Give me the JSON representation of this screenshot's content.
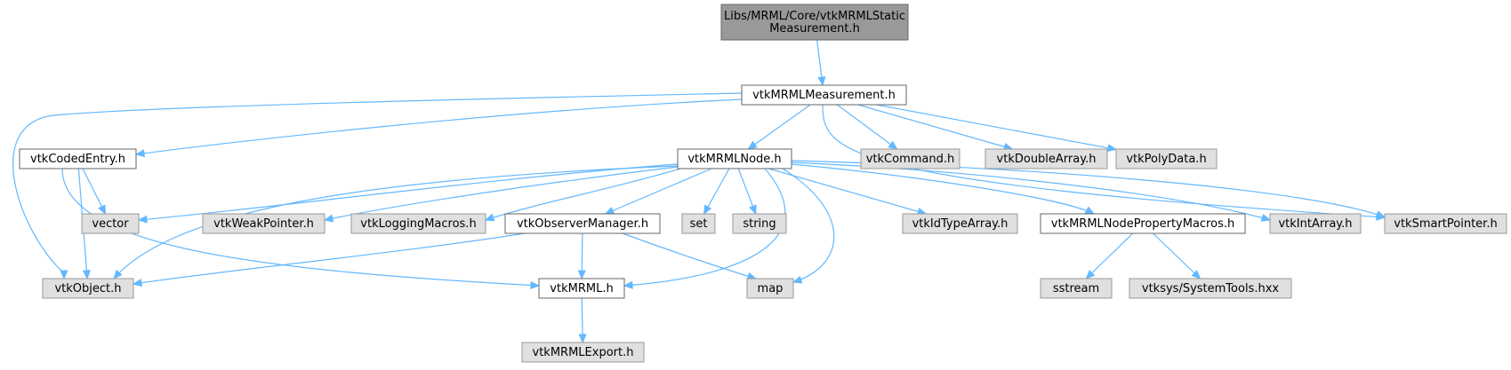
{
  "graph": {
    "nodes": [
      {
        "id": "root",
        "lines": [
          "Libs/MRML/Core/vtkMRMLStatic",
          "Measurement.h"
        ],
        "style": "root",
        "interactable": false
      },
      {
        "id": "meas",
        "lines": [
          "vtkMRMLMeasurement.h"
        ],
        "style": "doc",
        "interactable": true
      },
      {
        "id": "coded",
        "lines": [
          "vtkCodedEntry.h"
        ],
        "style": "doc",
        "interactable": true
      },
      {
        "id": "node",
        "lines": [
          "vtkMRMLNode.h"
        ],
        "style": "doc",
        "interactable": true
      },
      {
        "id": "command",
        "lines": [
          "vtkCommand.h"
        ],
        "style": "ext",
        "interactable": false
      },
      {
        "id": "dblarr",
        "lines": [
          "vtkDoubleArray.h"
        ],
        "style": "ext",
        "interactable": false
      },
      {
        "id": "polydata",
        "lines": [
          "vtkPolyData.h"
        ],
        "style": "ext",
        "interactable": false
      },
      {
        "id": "vector",
        "lines": [
          "vector"
        ],
        "style": "ext",
        "interactable": false
      },
      {
        "id": "weakptr",
        "lines": [
          "vtkWeakPointer.h"
        ],
        "style": "ext",
        "interactable": false
      },
      {
        "id": "logging",
        "lines": [
          "vtkLoggingMacros.h"
        ],
        "style": "ext",
        "interactable": false
      },
      {
        "id": "observer",
        "lines": [
          "vtkObserverManager.h"
        ],
        "style": "doc",
        "interactable": true
      },
      {
        "id": "set",
        "lines": [
          "set"
        ],
        "style": "ext",
        "interactable": false
      },
      {
        "id": "string",
        "lines": [
          "string"
        ],
        "style": "ext",
        "interactable": false
      },
      {
        "id": "idtype",
        "lines": [
          "vtkIdTypeArray.h"
        ],
        "style": "ext",
        "interactable": false
      },
      {
        "id": "propmacros",
        "lines": [
          "vtkMRMLNodePropertyMacros.h"
        ],
        "style": "doc",
        "interactable": true
      },
      {
        "id": "intarr",
        "lines": [
          "vtkIntArray.h"
        ],
        "style": "ext",
        "interactable": false
      },
      {
        "id": "smartptr",
        "lines": [
          "vtkSmartPointer.h"
        ],
        "style": "ext",
        "interactable": false
      },
      {
        "id": "object",
        "lines": [
          "vtkObject.h"
        ],
        "style": "ext",
        "interactable": false
      },
      {
        "id": "mrml",
        "lines": [
          "vtkMRML.h"
        ],
        "style": "doc",
        "interactable": true
      },
      {
        "id": "map",
        "lines": [
          "map"
        ],
        "style": "ext",
        "interactable": false
      },
      {
        "id": "sstream",
        "lines": [
          "sstream"
        ],
        "style": "ext",
        "interactable": false
      },
      {
        "id": "systools",
        "lines": [
          "vtksys/SystemTools.hxx"
        ],
        "style": "ext",
        "interactable": false
      },
      {
        "id": "export",
        "lines": [
          "vtkMRMLExport.h"
        ],
        "style": "ext",
        "interactable": false
      }
    ],
    "edges": [
      {
        "from": "root",
        "to": "meas"
      },
      {
        "from": "meas",
        "to": "object"
      },
      {
        "from": "meas",
        "to": "coded"
      },
      {
        "from": "meas",
        "to": "node"
      },
      {
        "from": "meas",
        "to": "command"
      },
      {
        "from": "meas",
        "to": "dblarr"
      },
      {
        "from": "meas",
        "to": "polydata"
      },
      {
        "from": "meas",
        "to": "smartptr"
      },
      {
        "from": "coded",
        "to": "vector"
      },
      {
        "from": "coded",
        "to": "object"
      },
      {
        "from": "coded",
        "to": "mrml"
      },
      {
        "from": "node",
        "to": "vector"
      },
      {
        "from": "node",
        "to": "object"
      },
      {
        "from": "node",
        "to": "weakptr"
      },
      {
        "from": "node",
        "to": "logging"
      },
      {
        "from": "node",
        "to": "observer"
      },
      {
        "from": "node",
        "to": "set"
      },
      {
        "from": "node",
        "to": "string"
      },
      {
        "from": "node",
        "to": "mrml"
      },
      {
        "from": "node",
        "to": "map"
      },
      {
        "from": "node",
        "to": "idtype"
      },
      {
        "from": "node",
        "to": "propmacros"
      },
      {
        "from": "node",
        "to": "intarr"
      },
      {
        "from": "node",
        "to": "smartptr"
      },
      {
        "from": "observer",
        "to": "object"
      },
      {
        "from": "observer",
        "to": "mrml"
      },
      {
        "from": "observer",
        "to": "map"
      },
      {
        "from": "propmacros",
        "to": "sstream"
      },
      {
        "from": "propmacros",
        "to": "systools"
      },
      {
        "from": "mrml",
        "to": "export"
      }
    ]
  },
  "colors": {
    "edge": "#63b8ff",
    "root_fill": "#999999",
    "doc_fill": "#ffffff",
    "ext_fill": "#e0e0e0"
  }
}
